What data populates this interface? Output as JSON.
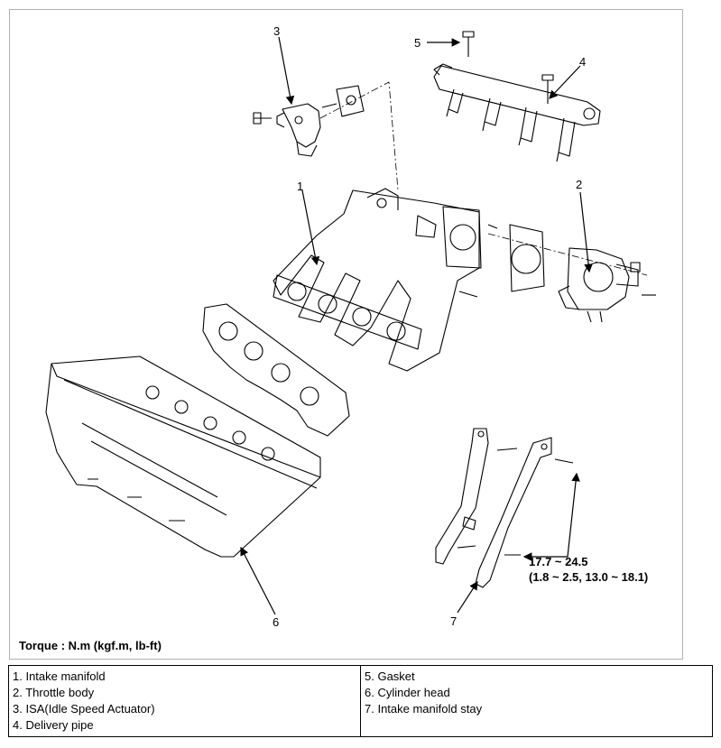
{
  "diagram": {
    "callouts": {
      "c1": "1",
      "c2": "2",
      "c3": "3",
      "c4": "4",
      "c5": "5",
      "c6": "6",
      "c7": "7"
    },
    "torque_spec": {
      "line1": "17.7 ~ 24.5",
      "line2": "(1.8 ~ 2.5, 13.0 ~ 18.1)"
    },
    "torque_caption": "Torque : N.m (kgf.m, lb-ft)"
  },
  "legend": {
    "left": [
      "1. Intake manifold",
      "2. Throttle body",
      "3. ISA(Idle Speed Actuator)",
      "4. Delivery pipe"
    ],
    "right": [
      "5. Gasket",
      "6. Cylinder head",
      "7. Intake manifold stay"
    ]
  }
}
